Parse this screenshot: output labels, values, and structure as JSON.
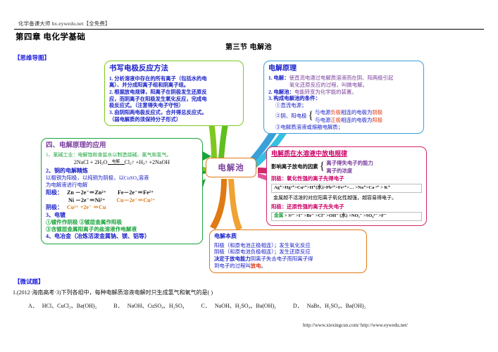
{
  "header": {
    "site_line": "化学备课大师 hx.eywedu.net【全免费】",
    "chapter": "第四章  电化学基础",
    "section": "第三节  电解池",
    "tag_mindmap": "【思维导图】",
    "tag_quiz": "【微试题】"
  },
  "center_node": {
    "label": "电解池"
  },
  "box_write_method": {
    "title": "书写电极反应方法",
    "lines": [
      "1. 分析溶液中存在的所有离子（包括水的电",
      "离）、并分成阳离子组和阴离子组。",
      "2. 根据放电规律，阳离子在阴极发生还原反",
      "应，而阴离子在阳极发生氧化反应，完成电",
      "极反应式。（注意得失电子守恒）",
      "3. 由阴阳两电极反应式，合并得总反应式。",
      "（弱电解质的须保持分子形式）"
    ]
  },
  "box_principle": {
    "title": "电解原理",
    "item1_label": "1. 电解：",
    "item1_text_a": "使直流电通过电解质溶液而在阴、阳两极引起",
    "item1_text_b": "氧化还原反应的过程，叫做电解。",
    "item2_label": "2. 电解池：",
    "item2_text": "电能转变为化学能的装置。",
    "item3_label": "3. 构成电解池的条件：",
    "cond1": "①直流电源；",
    "cond2": "②阴、阳电极",
    "cond2_a_pre": "与电源",
    "cond2_a_mid": "负极",
    "cond2_a_post": "相连的电极为",
    "cond2_a_end": "阴极",
    "cond2_b_pre": "与电源",
    "cond2_b_mid": "正极",
    "cond2_b_post": "相连的电极为",
    "cond2_b_end": "阳极",
    "cond3": "③电解质溶液或熔融电解质；"
  },
  "box_discharge": {
    "title": "电解质在水溶液中放电规律",
    "factor_label": "影响离子放电的因素",
    "factor_a": "离子得失电子的能力",
    "factor_b": "离子的浓度",
    "cathode_rule": "阴极：氧化性强的离子先得电子",
    "cathode_series": "Ag⁺>Hg²⁺>Cu²⁺>H⁺(水)>Pb²⁺>Fe²⁺>… >Na⁺>Ca ²⁺ > K⁺",
    "cathode_note": "金属越不活泼的对应阳离子氧化性越强，越容易得电子。",
    "anode_rule": "阳极：还原性强的离子先失电子",
    "anode_series_metal": "金属",
    "anode_series": "> S²⁻ >I⁻ >Br⁻ >Cl⁻ >OH⁻ (水) >NO₃⁻ >SO₄²⁻ >F⁻"
  },
  "box_apply": {
    "title": "四、电解原理的应用",
    "p1": "1、氯碱工业：电解饱和食盐水以制造烧碱、氯气和氢气。",
    "p1_eq_left": "2NaCl + 2H",
    "p1_eq_sub1": "2",
    "p1_eq_mid": "O",
    "p1_eq_over": "电解",
    "p1_eq_right": "Cl",
    "p1_eq_sub2": "2",
    "p1_eq_tail": "↑ +H",
    "p1_eq_sub3": "2",
    "p1_eq_tail2": "↑ +2NaOH",
    "p2_title": "2、铜的电解精炼",
    "p2_a": "以粗铜为阳极，以纯铜为阴极，以CuSO₄溶液",
    "p2_b": "为电解液进行电解",
    "anode_label": "阳极：",
    "eq_zn": "Zn －2e⁻＝Zn²⁺",
    "eq_fe": "Fe－2e⁻＝Fe²⁺",
    "eq_ni": "Ni －2e⁻＝Ni²⁺",
    "eq_cu": "Cu－2e⁻＝Cu²⁺",
    "cathode_label": "阴极：",
    "eq_cu_red": "Cu²⁺ +2e⁻ ＝Cu",
    "p3_title": "3、电镀",
    "p3_a": "①镀件作阴极 ②镀层金属作阳极",
    "p3_b": "③含镀层金属阳离子的盐溶液作电解液",
    "p4": "4、电冶金（冶炼活泼金属钠、镁、铝等）"
  },
  "box_essence": {
    "title": "电解本质",
    "l1": "阳极（和原电池正极相连）；发生氧化反应",
    "l2": "阴极（和原电池负极相连）；发生还原反应",
    "l3_a": "决定于放电能力",
    "l3_b": "阴离子失去电子而阳离子得",
    "l4_a": "到电子的过程叫",
    "l4_b": "放电",
    "l4_c": "。"
  },
  "quiz": {
    "stem": "1.(2012·海南高考·3)下列各组中，每种电解质溶液电解时只生成氢气和氧气的是(      )",
    "options": [
      {
        "key": "A．",
        "text": "HCl、CuCl₂、Ba(OH)₂"
      },
      {
        "key": "B．",
        "text": "NaOH、CuSO₄、H₂SO₄"
      },
      {
        "key": "C．",
        "text": "NaOH、H₂SO₄、Ba(OH)₂"
      },
      {
        "key": "D．",
        "text": "NaBr、H₂SO₄、Ba(OH)₂"
      }
    ]
  },
  "footer": {
    "text": "http://www.xiexingcun.com/   http://www.eywedu.net/"
  },
  "colors": {
    "blue": "#1a21c8",
    "purple": "#7b3f9e",
    "red": "#e03a14",
    "green": "#19a33a",
    "orange": "#e07a15",
    "magenta": "#cc0066",
    "cyan": "#3aa0d8"
  }
}
